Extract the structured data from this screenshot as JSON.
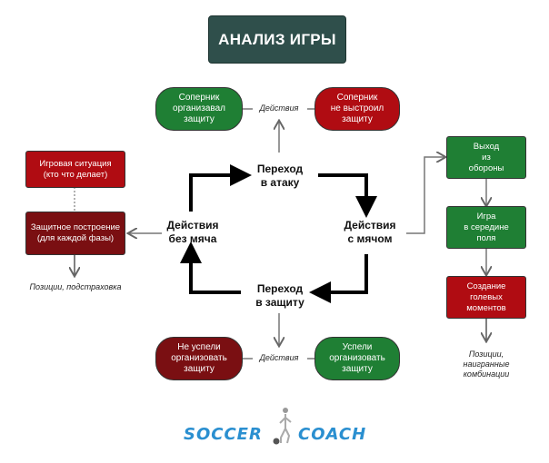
{
  "title": "АНАЛИЗ ИГРЫ",
  "cycle": {
    "attack_transition": [
      "Переход",
      "в атаку"
    ],
    "with_ball": [
      "Действия",
      "с мячом"
    ],
    "defense_transition": [
      "Переход",
      "в защиту"
    ],
    "without_ball": [
      "Действия",
      "без мяча"
    ]
  },
  "top": {
    "left_pill": [
      "Соперник",
      "организавал",
      "защиту"
    ],
    "middle_label": "Действия",
    "right_pill": [
      "Соперник",
      "не выстроил",
      "защиту"
    ]
  },
  "bottom": {
    "left_pill": [
      "Не успели",
      "организовать",
      "защиту"
    ],
    "middle_label": "Действия",
    "right_pill": [
      "Успели",
      "организовать",
      "защиту"
    ]
  },
  "left_column": {
    "box1": [
      "Игровая ситуация",
      "(кто что делает)"
    ],
    "box2": [
      "Защитное построение",
      "(для каждой фазы)"
    ],
    "note": "Позиции, подстраховка"
  },
  "right_column": {
    "box1": [
      "Выход",
      "из",
      "обороны"
    ],
    "box2": [
      "Игра",
      "в середине",
      "поля"
    ],
    "box3": [
      "Создание",
      "голевых",
      "моментов"
    ],
    "note": [
      "Позиции,",
      "наигранные",
      "комбинации"
    ]
  },
  "logo": {
    "left": "SOCCER",
    "right": "COACH"
  },
  "colors": {
    "title_bg": "#2f4f4b",
    "green": "#1f7f34",
    "red": "#b00c12",
    "dark_red": "#7a0f12",
    "logo_blue": "#2a8fd0"
  }
}
